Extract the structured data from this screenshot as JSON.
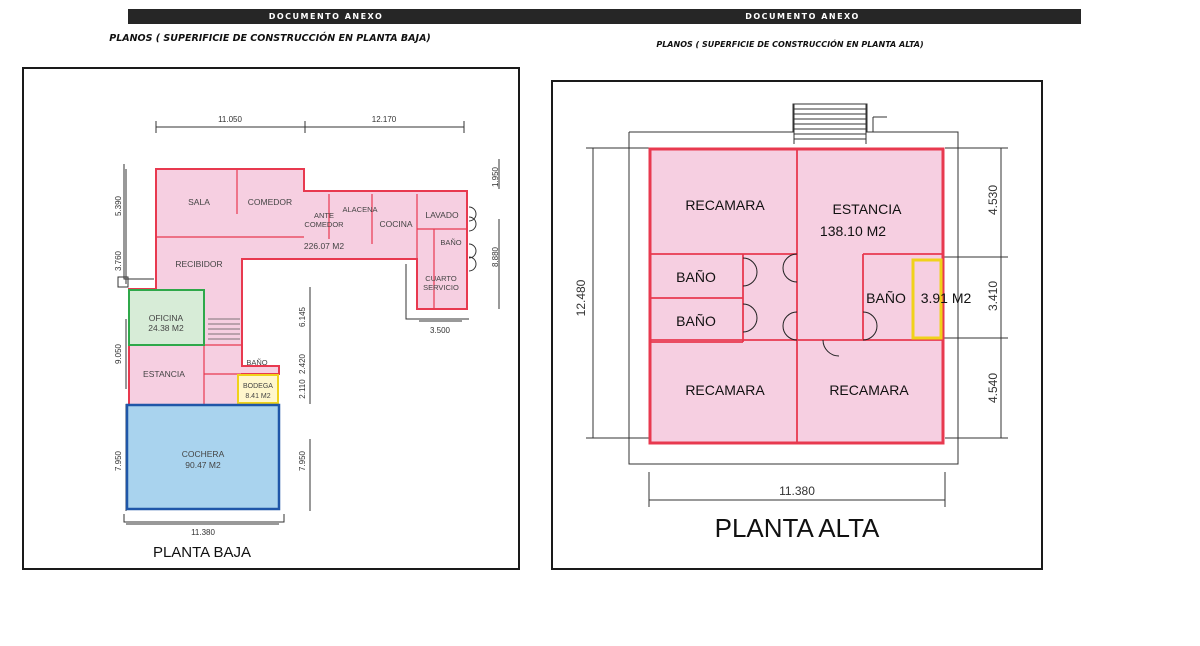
{
  "header": {
    "left": "DOCUMENTO ANEXO",
    "right": "DOCUMENTO ANEXO"
  },
  "left_sheet": {
    "subtitle": "PLANOS ( SUPERIFICIE DE CONSTRUCCIÓN EN PLANTA BAJA)",
    "title": "PLANTA BAJA",
    "rooms": {
      "sala": "SALA",
      "comedor": "COMEDOR",
      "ante1": "ANTE",
      "ante2": "COMEDOR",
      "alacena": "ALACENA",
      "cocina": "COCINA",
      "lavado": "LAVADO",
      "bano_serv": "BAÑO",
      "cuarto1": "CUARTO",
      "cuarto2": "SERVICIO",
      "recibidor": "RECIBIDOR",
      "main_area": "226.07 M2",
      "oficina": "OFICINA",
      "oficina_area": "24.38 M2",
      "estancia": "ESTANCIA",
      "bano": "BAÑO",
      "bodega1": "BODEGA",
      "bodega2": "8.41 M2",
      "cochera": "COCHERA",
      "cochera_area": "90.47 M2"
    },
    "dims": {
      "d_11050": "11.050",
      "d_12170": "12.170",
      "d_5390": "5.390",
      "d_3760": "3.760",
      "d_9050": "9.050",
      "d_7950a": "7.950",
      "d_6145": "6.145",
      "d_2420": "2.420",
      "d_2110": "2.110",
      "d_7950b": "7.950",
      "d_11380": "11.380",
      "d_3500": "3.500",
      "d_1950": "1.950",
      "d_8880": "8.880"
    }
  },
  "right_sheet": {
    "subtitle": "PLANOS ( SUPERFICIE DE CONSTRUCCIÓN EN PLANTA ALTA)",
    "title": "PLANTA ALTA",
    "rooms": {
      "recamara_tl": "RECAMARA",
      "estancia": "ESTANCIA",
      "area": "138.10 M2",
      "bano1": "BAÑO",
      "bano2": "BAÑO",
      "bano3": "BAÑO",
      "bano3_area": "3.91 M2",
      "recamara_bl": "RECAMARA",
      "recamara_br": "RECAMARA"
    },
    "dims": {
      "d_12480": "12.480",
      "d_4530": "4.530",
      "d_3410": "3.410",
      "d_4540": "4.540",
      "d_11380": "11.380"
    }
  },
  "colors": {
    "pink_fill": "#f6cfe1",
    "red_outline": "#e8394f",
    "blue_fill": "#a9d3ee",
    "blue_outline": "#1f56a8",
    "green_outline": "#2fa84a",
    "yellow_outline": "#f0d21a"
  }
}
